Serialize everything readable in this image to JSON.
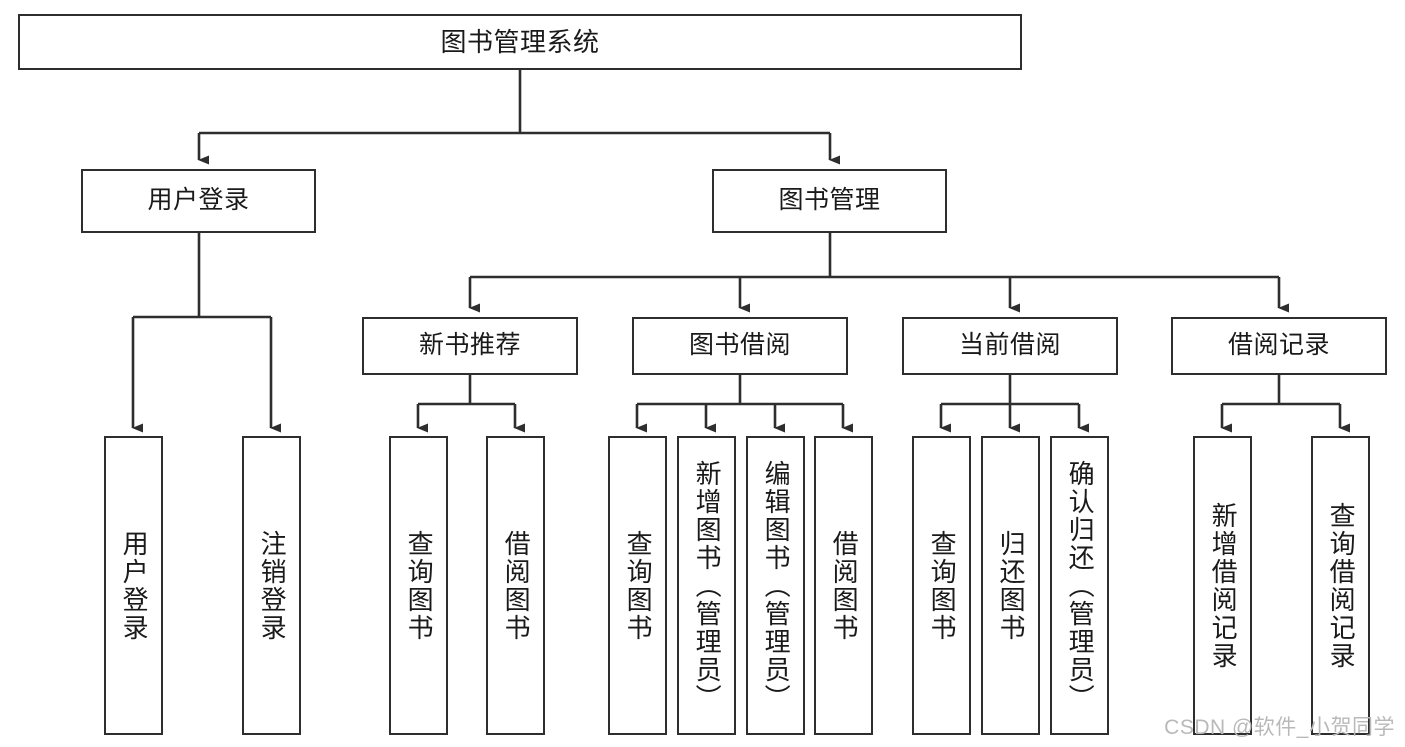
{
  "diagram": {
    "type": "tree",
    "title": "图书管理系统",
    "watermark": "CSDN @软件_小贺同学",
    "colors": {
      "stroke": "#2e2e2e",
      "fill": "#ffffff",
      "text": "#1a1a1a",
      "watermark": "#b9b9b9"
    },
    "levels": {
      "root": {
        "label": "图书管理系统"
      },
      "level2": [
        {
          "label": "用户登录"
        },
        {
          "label": "图书管理"
        }
      ],
      "level3": [
        {
          "label": "新书推荐"
        },
        {
          "label": "图书借阅"
        },
        {
          "label": "当前借阅"
        },
        {
          "label": "借阅记录"
        }
      ],
      "leaves": {
        "user_login": [
          {
            "label": "用户登录"
          },
          {
            "label": "注销登录"
          }
        ],
        "new_book_recommend": [
          {
            "label": "查询图书"
          },
          {
            "label": "借阅图书"
          }
        ],
        "book_borrow": [
          {
            "label": "查询图书"
          },
          {
            "label": "新增图书（管理员）"
          },
          {
            "label": "编辑图书（管理员）"
          },
          {
            "label": "借阅图书"
          }
        ],
        "current_borrow": [
          {
            "label": "查询图书"
          },
          {
            "label": "归还图书"
          },
          {
            "label": "确认归还（管理员）"
          }
        ],
        "borrow_record": [
          {
            "label": "新增借阅记录"
          },
          {
            "label": "查询借阅记录"
          }
        ]
      }
    }
  }
}
